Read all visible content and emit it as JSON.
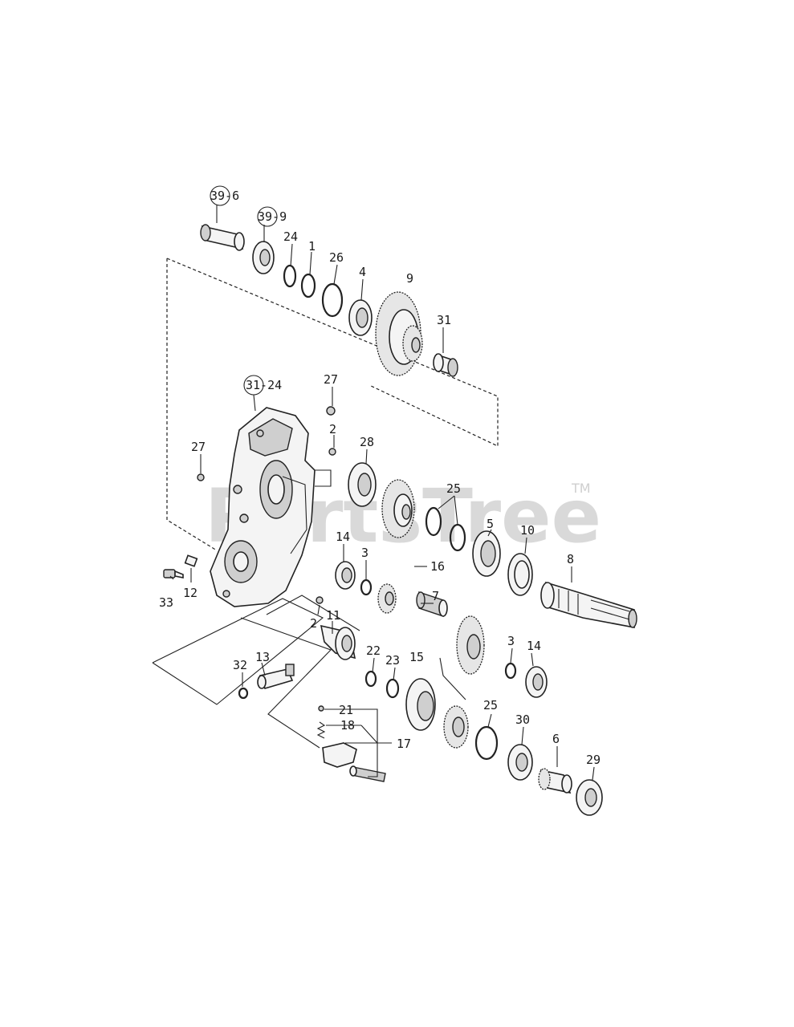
{
  "watermark": {
    "text": "PartsTree",
    "trademark": "TM"
  },
  "callouts": [
    "39-6",
    "39-9",
    "24",
    "1",
    "26",
    "4",
    "9",
    "31",
    "31-24",
    "27",
    "2",
    "27",
    "28",
    "25",
    "5",
    "10",
    "8",
    "14",
    "3",
    "16",
    "7",
    "33",
    "12",
    "2",
    "11",
    "22",
    "23",
    "15",
    "3",
    "14",
    "32",
    "13",
    "21",
    "18",
    "17",
    "25",
    "30",
    "6",
    "29"
  ]
}
